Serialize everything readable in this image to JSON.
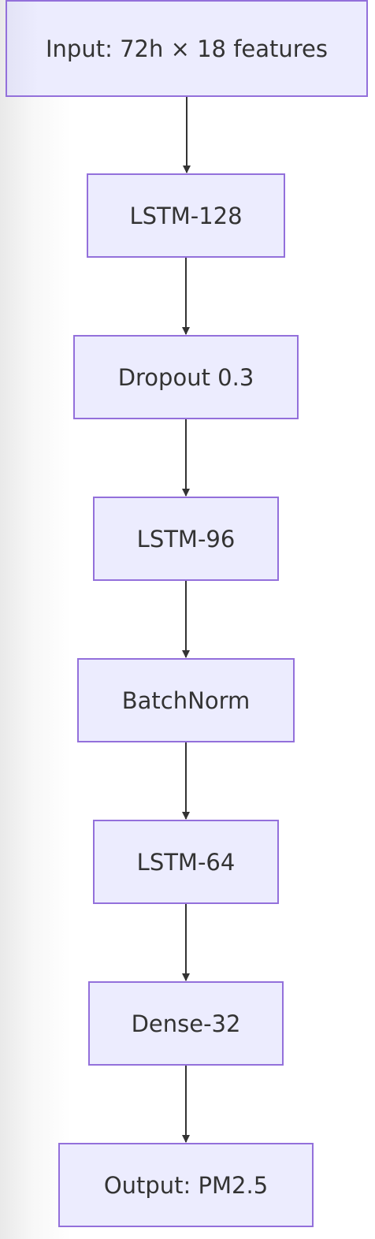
{
  "diagram": {
    "nodes": [
      {
        "id": "input",
        "label": "Input: 72h × 18 features"
      },
      {
        "id": "lstm128",
        "label": "LSTM-128"
      },
      {
        "id": "dropout",
        "label": "Dropout 0.3"
      },
      {
        "id": "lstm96",
        "label": "LSTM-96"
      },
      {
        "id": "batchnorm",
        "label": "BatchNorm"
      },
      {
        "id": "lstm64",
        "label": "LSTM-64"
      },
      {
        "id": "dense32",
        "label": "Dense-32"
      },
      {
        "id": "output",
        "label": "Output: PM2.5"
      }
    ],
    "edges": [
      {
        "from": "input",
        "to": "lstm128"
      },
      {
        "from": "lstm128",
        "to": "dropout"
      },
      {
        "from": "dropout",
        "to": "lstm96"
      },
      {
        "from": "lstm96",
        "to": "batchnorm"
      },
      {
        "from": "batchnorm",
        "to": "lstm64"
      },
      {
        "from": "lstm64",
        "to": "dense32"
      },
      {
        "from": "dense32",
        "to": "output"
      }
    ],
    "colors": {
      "node_fill": "#ececfe",
      "node_border": "#9370db",
      "text": "#333333",
      "edge": "#333333"
    }
  }
}
